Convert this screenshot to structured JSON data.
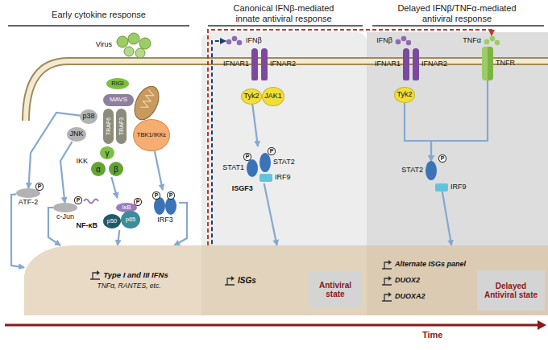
{
  "diagram": {
    "nodes": [
      {
        "text": [
          "Virus"
        ]
      },
      {
        "text": [
          "RIGI"
        ]
      },
      {
        "text": [
          "MAVS"
        ]
      },
      {
        "text": [
          "TRAF6"
        ]
      },
      {
        "text": [
          "TRAF3"
        ]
      },
      {
        "text": [
          "TBK1/IKKε"
        ]
      },
      {
        "text": [
          "p38"
        ]
      },
      {
        "text": [
          "JNK"
        ]
      },
      {
        "text": [
          "IKK"
        ]
      },
      {
        "text": [
          "γ"
        ],
        "in": 8
      },
      {
        "text": [
          "α"
        ],
        "in": 8
      },
      {
        "text": [
          "β"
        ],
        "in": 8
      },
      {
        "text": [
          "ATF-2"
        ]
      },
      {
        "text": [
          "P"
        ],
        "in": 12
      },
      {
        "text": [
          "c-Jun"
        ]
      },
      {
        "text": [
          "P"
        ],
        "in": 14
      },
      {
        "text": [
          "NF-κB"
        ]
      },
      {
        "text": [
          "IκB"
        ],
        "in": 16
      },
      {
        "text": [
          "P"
        ],
        "in": 17
      },
      {
        "text": [
          "p50"
        ],
        "in": 16
      },
      {
        "text": [
          "p65"
        ],
        "in": 16
      },
      {
        "text": [
          "IRF3"
        ]
      },
      {
        "text": [
          "P"
        ],
        "in": 21
      },
      {
        "text": [
          "P"
        ],
        "in": 21
      },
      {
        "text": [
          "Type I and III IFNs",
          "TNFα, RANTES, etc."
        ]
      },
      {
        "text": [
          "IFNβ"
        ]
      },
      {
        "text": [
          "IFNAR1"
        ]
      },
      {
        "text": [
          "IFNAR2"
        ]
      },
      {
        "text": [
          "Tyk2"
        ]
      },
      {
        "text": [
          "JAK1"
        ]
      },
      {
        "text": [
          "ISGF3"
        ]
      },
      {
        "text": [
          "STAT1"
        ],
        "in": 30
      },
      {
        "text": [
          "P"
        ],
        "in": 31
      },
      {
        "text": [
          "STAT2"
        ],
        "in": 30
      },
      {
        "text": [
          "P"
        ],
        "in": 33
      },
      {
        "text": [
          "IRF9"
        ],
        "in": 30
      },
      {
        "text": [
          "ISGs"
        ]
      },
      {
        "text": [
          "Antiviral state"
        ]
      },
      {
        "text": [
          "IFNβ"
        ]
      },
      {
        "text": [
          "TNFα"
        ]
      },
      {
        "text": [
          "IFNAR1"
        ]
      },
      {
        "text": [
          "IFNAR2"
        ]
      },
      {
        "text": [
          "Tyk2"
        ]
      },
      {
        "text": [
          "TNFR"
        ]
      },
      {
        "text": [
          "STAT2"
        ]
      },
      {
        "text": [
          "P"
        ],
        "in": 44
      },
      {
        "text": [
          "IRF9"
        ]
      },
      {
        "text": [
          "Alternate ISGs panel",
          "DUOX2",
          "DUOXA2"
        ]
      },
      {
        "text": [
          "Delayed Antiviral state"
        ]
      }
    ],
    "edges": [
      {
        "from": 6,
        "to": 12,
        "arrow": "to"
      },
      {
        "from": 7,
        "to": 14,
        "arrow": "to"
      },
      {
        "from": 8,
        "to": 16,
        "arrow": "to"
      },
      {
        "from": 5,
        "to": 21,
        "arrow": "to"
      },
      {
        "from": 12,
        "to": 24,
        "arrow": "to"
      },
      {
        "from": 14,
        "to": 24,
        "arrow": "to"
      },
      {
        "from": 16,
        "to": 24,
        "arrow": "to"
      },
      {
        "from": 21,
        "to": 24,
        "arrow": "to"
      },
      {
        "from": 24,
        "to": 25,
        "arrow": "to"
      },
      {
        "from": 24,
        "to": 39,
        "arrow": "to"
      },
      {
        "from": 28,
        "to": 30,
        "arrow": "to"
      },
      {
        "from": 30,
        "to": 36,
        "arrow": "to"
      },
      {
        "from": 42,
        "to": 44,
        "arrow": "to"
      },
      {
        "from": 43,
        "to": 44,
        "arrow": "to"
      },
      {
        "from": 46,
        "to": 47,
        "arrow": "to"
      }
    ],
    "labels": [
      "Early cytokine response",
      "Canonical IFNβ-mediated innate antiviral response",
      "Delayed IFNβ/TNFα-mediated antiviral response",
      "Time"
    ]
  }
}
